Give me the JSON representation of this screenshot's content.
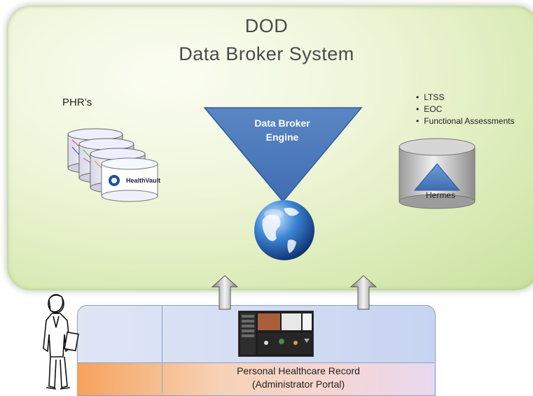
{
  "title": {
    "line1": "DOD",
    "line2": "Data Broker System"
  },
  "phr": {
    "label": "PHR’s",
    "healthvault_label": "HealthVault"
  },
  "engine": {
    "line1": "Data Broker",
    "line2": "Engine"
  },
  "data_types": {
    "items": [
      "LTSS",
      "EOC",
      "Functional Assessments"
    ]
  },
  "hermes": {
    "label": "Hermes"
  },
  "portal": {
    "line1": "Personal Healthcare Record",
    "line2": "(Administrator Portal)"
  },
  "icons": {
    "person": "person-icon",
    "globe": "globe-icon",
    "arrow": "up-arrow-icon",
    "database": "database-icon"
  }
}
